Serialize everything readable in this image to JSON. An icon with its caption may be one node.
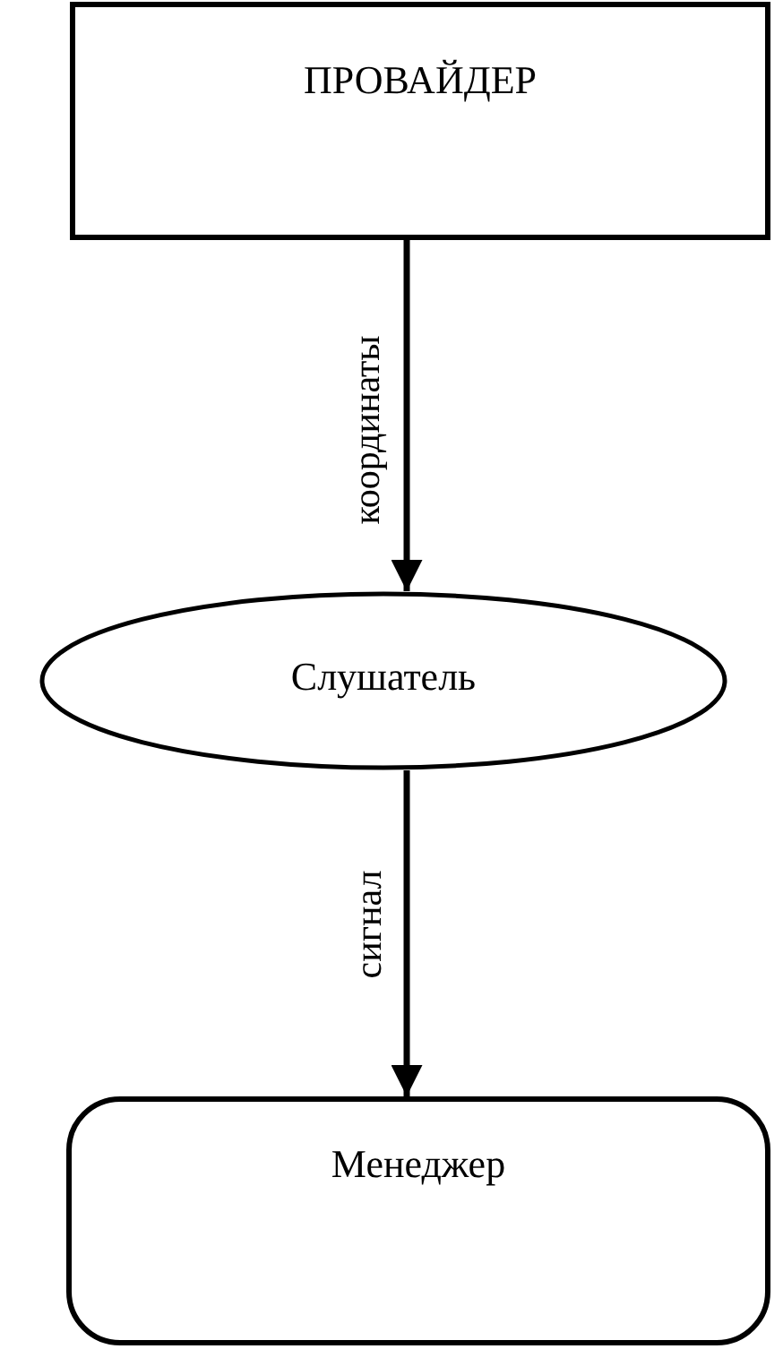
{
  "diagram": {
    "nodes": [
      {
        "text": [
          "ПРОВАЙДЕР"
        ]
      },
      {
        "text": [
          "Слушатель"
        ]
      },
      {
        "text": [
          "Менеджер"
        ]
      }
    ],
    "edges": [
      {
        "from": 0,
        "to": 1,
        "arrow": "to",
        "label": "координаты"
      },
      {
        "from": 1,
        "to": 2,
        "arrow": "to",
        "label": "сигнал"
      }
    ]
  }
}
